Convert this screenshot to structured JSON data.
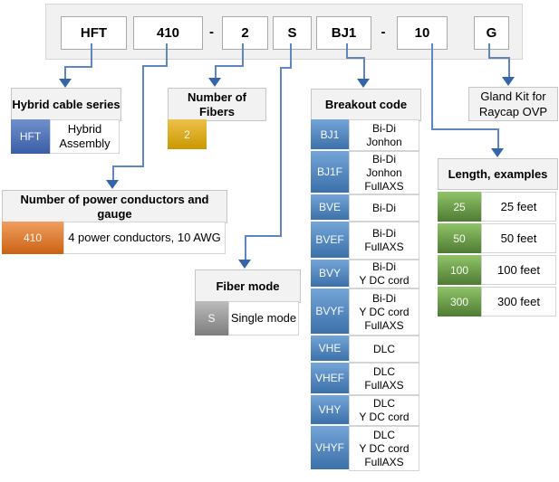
{
  "top": {
    "segments": [
      "HFT",
      "410",
      "-",
      "2",
      "S",
      "BJ1",
      "-",
      "10",
      "G"
    ]
  },
  "sections": {
    "series": {
      "title": "Hybrid cable series",
      "code": "HFT",
      "desc": "Hybrid\nAssembly"
    },
    "fibers": {
      "title": "Number of Fibers",
      "code": "2"
    },
    "power": {
      "title": "Number of power conductors and gauge",
      "code": "410",
      "desc": "4 power conductors, 10 AWG"
    },
    "fiber_mode": {
      "title": "Fiber mode",
      "code": "S",
      "desc": "Single mode"
    },
    "breakout": {
      "title": "Breakout code",
      "rows": [
        {
          "code": "BJ1",
          "desc": "Bi-Di\nJonhon"
        },
        {
          "code": "BJ1F",
          "desc": "Bi-Di\nJonhon\nFullAXS"
        },
        {
          "code": "BVE",
          "desc": "Bi-Di"
        },
        {
          "code": "BVEF",
          "desc": "Bi-Di\nFullAXS"
        },
        {
          "code": "BVY",
          "desc": "Bi-Di\nY DC cord"
        },
        {
          "code": "BVYF",
          "desc": "Bi-Di\nY DC cord\nFullAXS"
        },
        {
          "code": "VHE",
          "desc": "DLC"
        },
        {
          "code": "VHEF",
          "desc": "DLC\nFullAXS"
        },
        {
          "code": "VHY",
          "desc": "DLC\nY DC cord"
        },
        {
          "code": "VHYF",
          "desc": "DLC\nY DC cord\nFullAXS"
        }
      ]
    },
    "gland": {
      "title": "Gland Kit for\nRaycap OVP"
    },
    "length": {
      "title": "Length, examples",
      "rows": [
        {
          "code": "25",
          "desc": "25 feet"
        },
        {
          "code": "50",
          "desc": "50 feet"
        },
        {
          "code": "100",
          "desc": "100 feet"
        },
        {
          "code": "300",
          "desc": "300 feet"
        }
      ]
    }
  },
  "colors": {
    "line_blue": "#5e86c2",
    "arrow_blue": "#3465a8",
    "series_blue": "#4a71b6",
    "breakout_blue": "#4e86bc",
    "orange": "#de7a2a",
    "gold": "#dca71c",
    "gray": "#9a9a9a",
    "green": "#6aa84f",
    "header_bg": "#f2f2f2"
  }
}
